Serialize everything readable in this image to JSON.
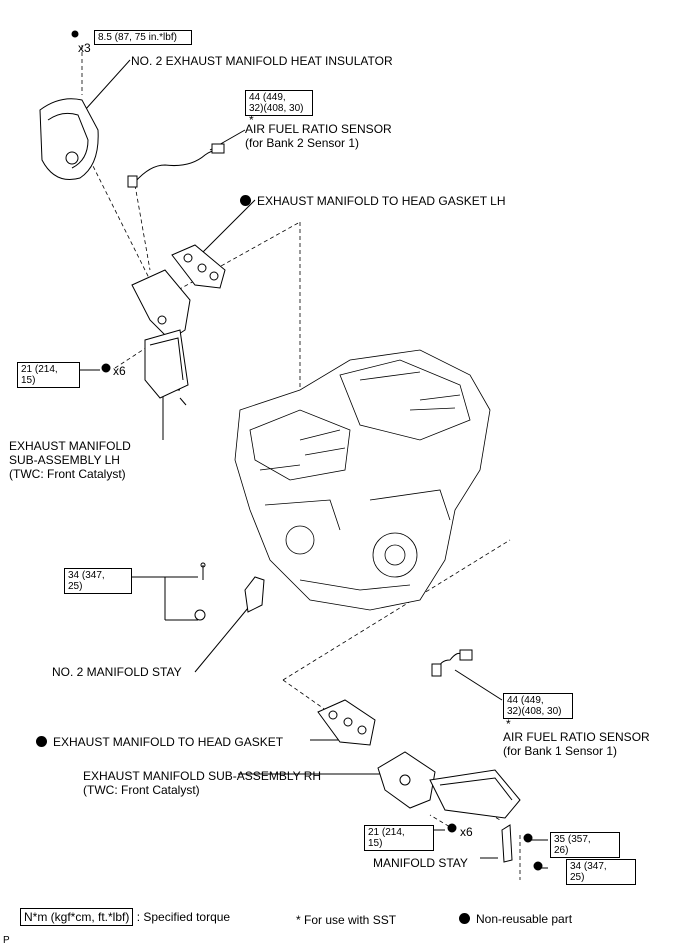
{
  "labels": {
    "heat_insulator": "NO. 2 EXHAUST MANIFOLD HEAT INSULATOR",
    "af_sensor_b2_line1": "AIR FUEL RATIO SENSOR",
    "af_sensor_b2_line2": "(for Bank 2 Sensor 1)",
    "gasket_lh": "EXHAUST MANIFOLD TO HEAD GASKET LH",
    "manifold_lh_line1": "EXHAUST MANIFOLD",
    "manifold_lh_line2": "SUB-ASSEMBLY LH",
    "manifold_lh_line3": "(TWC: Front Catalyst)",
    "manifold_stay_2": "NO. 2 MANIFOLD STAY",
    "gasket_rh": "EXHAUST MANIFOLD TO HEAD GASKET",
    "manifold_rh_line1": "EXHAUST MANIFOLD SUB-ASSEMBLY RH",
    "manifold_rh_line2": "(TWC: Front Catalyst)",
    "af_sensor_b1_line1": "AIR FUEL RATIO SENSOR",
    "af_sensor_b1_line2": "(for Bank 1 Sensor 1)",
    "manifold_stay": "MANIFOLD STAY",
    "page_marker": "P"
  },
  "quantities": {
    "x3": "x3",
    "x6_lh": "x6",
    "x6_rh": "x6",
    "star": "*"
  },
  "torques": {
    "insulator": "8.5 (87, 75 in.*lbf)",
    "af_b2_l1": "44 (449,",
    "af_b2_l2": "32)(408, 30)",
    "lh_nuts_l1": "21 (214,",
    "lh_nuts_l2": "15)",
    "stay2_l1": "34 (347,",
    "stay2_l2": "25)",
    "af_b1_l1": "44 (449,",
    "af_b1_l2": "32)(408, 30)",
    "rh_nuts_l1": "21 (214,",
    "rh_nuts_l2": "15)",
    "stay_a_l1": "35 (357,",
    "stay_a_l2": "26)",
    "stay_b_l1": "34 (347,",
    "stay_b_l2": "25)"
  },
  "legend": {
    "torque_box": "N*m (kgf*cm, ft.*lbf)",
    "torque_text": ": Specified torque",
    "sst_text": "* For use with SST",
    "nonreusable_text": "Non-reusable part"
  }
}
